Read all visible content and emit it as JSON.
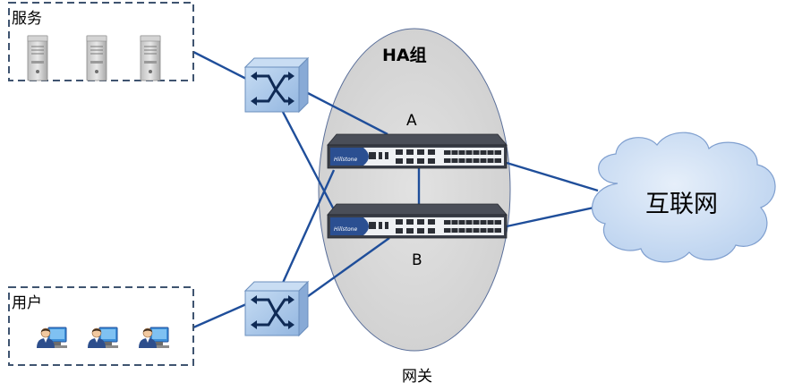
{
  "groups": {
    "servers": "服务",
    "users": "用户"
  },
  "ha": {
    "title": "HA组",
    "device_a": "A",
    "device_b": "B",
    "caption": "网关",
    "brand": "Hillstone"
  },
  "cloud": {
    "label": "互联网"
  },
  "colors": {
    "link": "#1f4e9a",
    "ellipse_fill": "#d9d9d9",
    "ellipse_stroke": "#5a6f9a",
    "switch_fill": "#a9c8ea",
    "cloud_fill": "#c9dcf2",
    "device_body": "#3a3e48"
  },
  "icons": {
    "server": "server-tower-icon",
    "user": "user-workstation-icon",
    "switch": "switch-cross-arrows-icon",
    "cloud": "cloud-icon"
  }
}
